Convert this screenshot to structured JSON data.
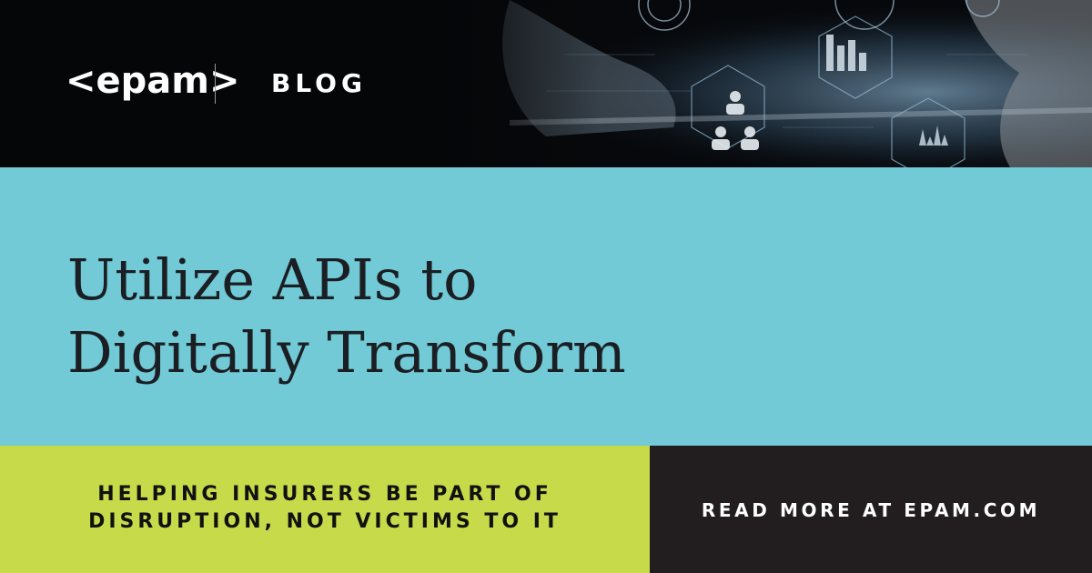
{
  "brand": {
    "logo_text": "<epam>",
    "section_label": "BLOG"
  },
  "headline": {
    "line1": "Utilize APIs to",
    "line2": "Digitally Transform"
  },
  "tagline": {
    "line1": "HELPING INSURERS BE PART OF",
    "line2": "DISRUPTION, NOT VICTIMS TO IT"
  },
  "cta": {
    "label": "READ MORE AT EPAM.COM"
  },
  "colors": {
    "header_bg": "#050608",
    "title_band": "#72CAD6",
    "tagline_panel": "#C7DA4A",
    "cta_panel": "#221E1F",
    "headline_text": "#1B1F24"
  },
  "hero_image": {
    "subject": "hands-touching-digital-interface-icons"
  }
}
